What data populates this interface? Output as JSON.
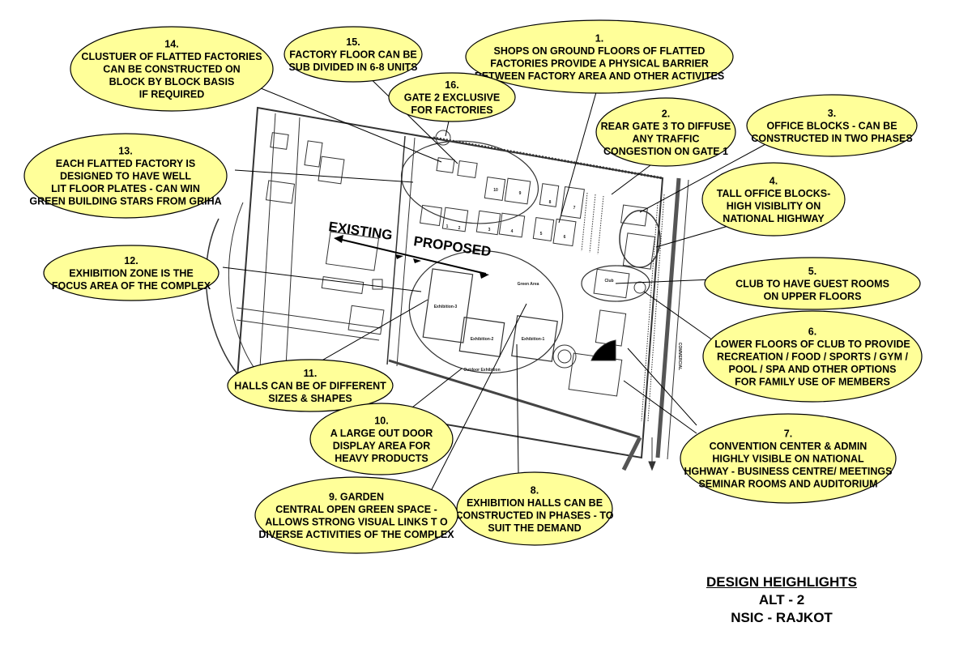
{
  "callouts": [
    {
      "id": "c14",
      "lines": [
        "14.",
        "CLUSTUER OF FLATTED FACTORIES",
        "CAN BE CONSTRUCTED ON",
        "BLOCK BY BLOCK BASIS",
        "IF REQUIRED"
      ]
    },
    {
      "id": "c15",
      "lines": [
        "15.",
        "FACTORY FLOOR CAN BE",
        "SUB DIVIDED IN 6-8 UNITS"
      ]
    },
    {
      "id": "c1",
      "lines": [
        "1.",
        "SHOPS ON GROUND FLOORS OF FLATTED",
        "FACTORIES PROVIDE A PHYSICAL BARRIER",
        "BETWEEN FACTORY AREA AND OTHER ACTIVITES"
      ]
    },
    {
      "id": "c16",
      "lines": [
        "16.",
        "GATE 2 EXCLUSIVE",
        "FOR FACTORIES"
      ]
    },
    {
      "id": "c2",
      "lines": [
        "2.",
        "REAR GATE 3 TO DIFFUSE",
        "ANY TRAFFIC",
        "CONGESTION ON GATE 1"
      ]
    },
    {
      "id": "c3",
      "lines": [
        "3.",
        "OFFICE  BLOCKS - CAN BE",
        "CONSTRUCTED IN TWO PHASES"
      ]
    },
    {
      "id": "c13",
      "lines": [
        "13.",
        "EACH FLATTED FACTORY IS",
        "DESIGNED TO HAVE WELL",
        "LIT FLOOR PLATES - CAN WIN",
        "GREEN BUILDING STARS FROM GRIHA"
      ]
    },
    {
      "id": "c4",
      "lines": [
        "4.",
        "TALL OFFICE BLOCKS-",
        "HIGH VISIBLITY ON",
        "NATIONAL HIGHWAY"
      ]
    },
    {
      "id": "c12",
      "lines": [
        "12.",
        "EXHIBITION ZONE IS THE",
        "FOCUS AREA OF THE COMPLEX"
      ]
    },
    {
      "id": "c5",
      "lines": [
        "5.",
        "CLUB TO HAVE GUEST ROOMS",
        "ON UPPER FLOORS"
      ]
    },
    {
      "id": "c6",
      "lines": [
        "6.",
        "LOWER FLOORS OF CLUB TO PROVIDE",
        "RECREATION / FOOD / SPORTS / GYM /",
        "POOL / SPA AND OTHER OPTIONS",
        "FOR FAMILY USE OF MEMBERS"
      ]
    },
    {
      "id": "c11",
      "lines": [
        "11.",
        "HALLS CAN BE OF DIFFERENT",
        "SIZES & SHAPES"
      ]
    },
    {
      "id": "c10",
      "lines": [
        "10.",
        "A LARGE OUT DOOR",
        "DISPLAY AREA FOR",
        "HEAVY PRODUCTS"
      ]
    },
    {
      "id": "c7",
      "lines": [
        "7.",
        "CONVENTION CENTER & ADMIN",
        "HIGHLY VISIBLE ON NATIONAL",
        "HGHWAY - BUSINESS CENTRE/ MEETINGS",
        "SEMINAR ROOMS AND AUDITORIUM"
      ]
    },
    {
      "id": "c8",
      "lines": [
        "8.",
        "EXHIBITION HALLS CAN BE",
        "CONSTRUCTED IN PHASES - TO",
        "SUIT THE DEMAND"
      ]
    },
    {
      "id": "c9",
      "lines": [
        "9. GARDEN",
        "CENTRAL OPEN GREEN SPACE -",
        "ALLOWS STRONG VISUAL LINKS T O",
        "DIVERSE ACTIVITIES OF THE COMPLEX"
      ]
    }
  ],
  "plan": {
    "existing_label": "EXISTING",
    "proposed_label": "PROPOSED",
    "factory_numbers": [
      "1",
      "2",
      "3",
      "4",
      "5",
      "6",
      "7",
      "8",
      "9",
      "10"
    ],
    "zone_labels": [
      "Exhibition-3",
      "Exhibition-2",
      "Exhibition-1",
      "Green Area",
      "Club",
      "Outdoor Exhibition"
    ],
    "road_label": "COMMERCIAL"
  },
  "title": {
    "main": "DESIGN HEIGHLIGHTS",
    "sub1": "ALT - 2",
    "sub2": "NSIC - RAJKOT"
  },
  "colors": {
    "callout_fill": "#ffff99",
    "callout_stroke": "#000000",
    "plan_stroke": "#333333",
    "accent_dark": "#000000"
  }
}
